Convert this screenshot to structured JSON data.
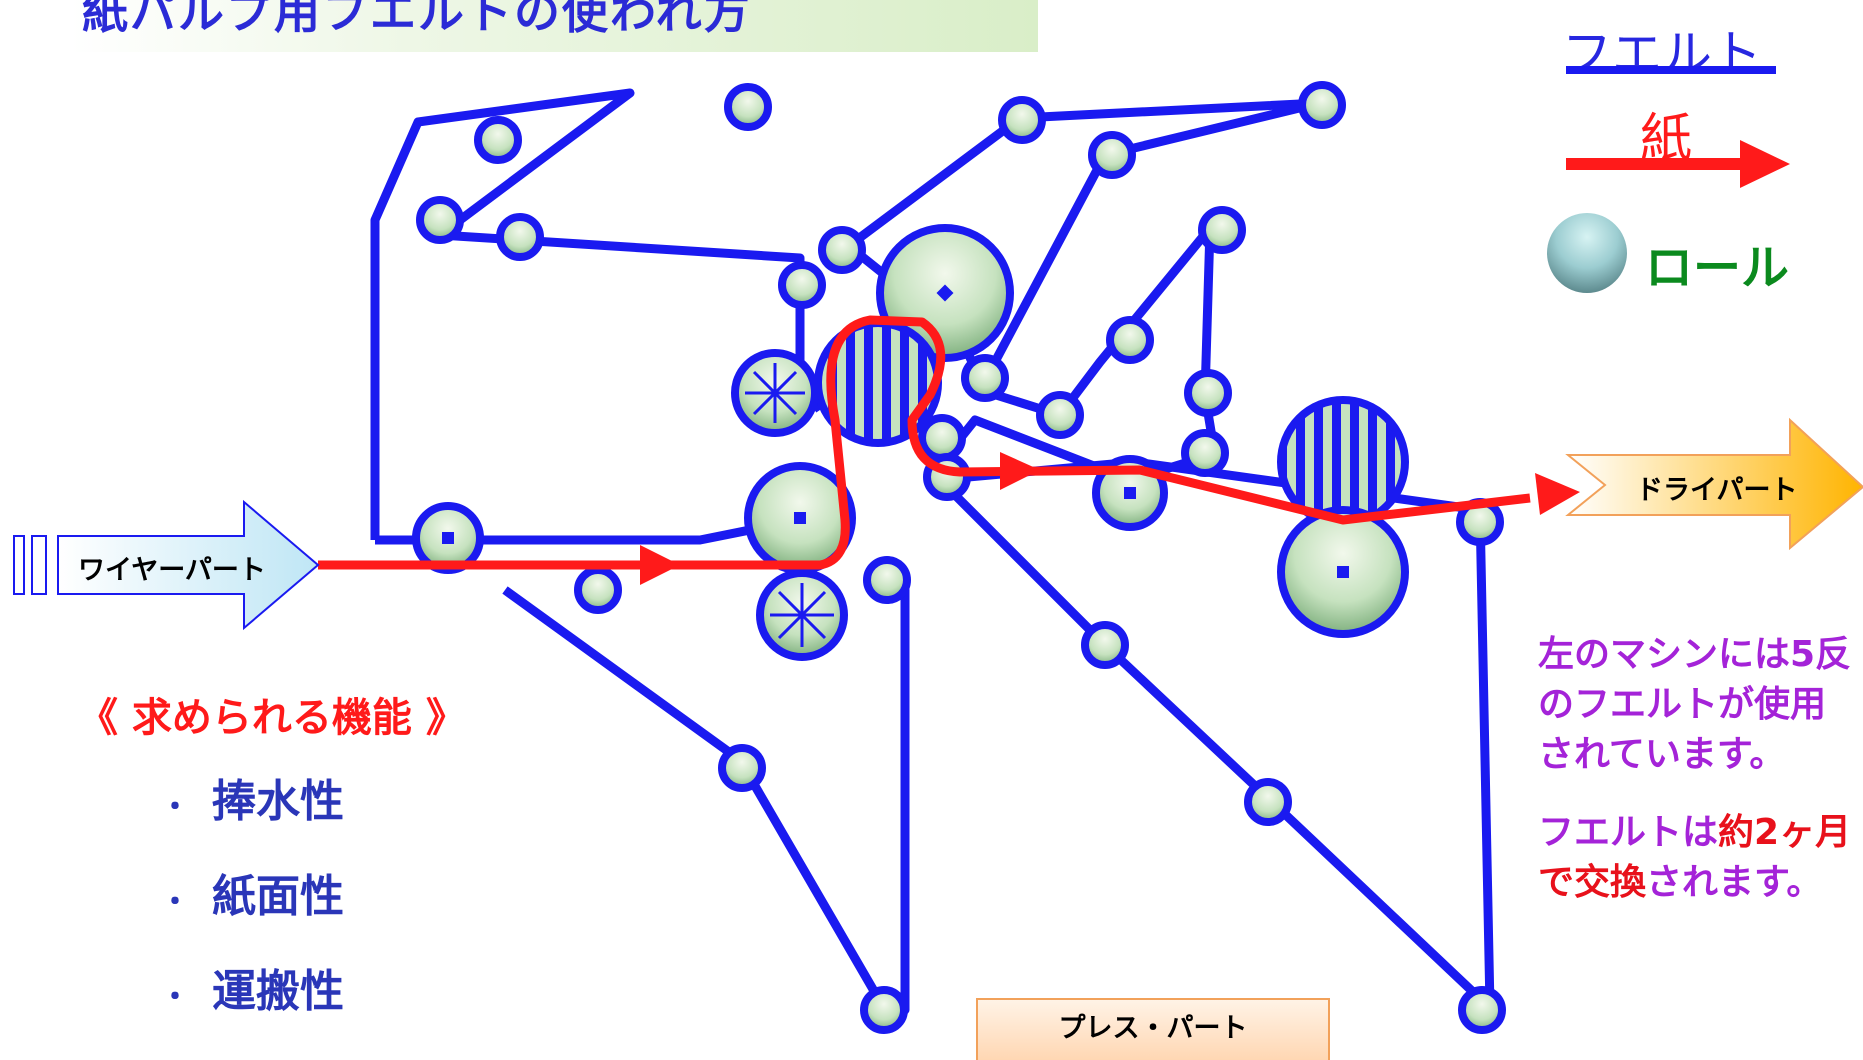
{
  "title": "紙パルプ用フエルトの使われ方",
  "legend": {
    "felt": "フエルト",
    "paper": "紙",
    "roll": "ロール"
  },
  "arrows": {
    "wire": "ワイヤーパート",
    "dry": "ドライパート",
    "press": "プレス・パート"
  },
  "functions": {
    "title": "《 求められる機能 》",
    "items": [
      "捧水性",
      "紙面性",
      "運搬性"
    ]
  },
  "notes": {
    "note1": "左のマシンには5反のフエルトが使用されています。",
    "note2_a": "フエルトは",
    "note2_b": "約2ヶ月で交換",
    "note2_c": "されます。"
  },
  "colors": {
    "felt": "#1a1af0",
    "paper": "#ff1a1a",
    "roll_fill": "#c6e2bf",
    "title_text": "#2b2bd6",
    "note_purple": "#a423d8",
    "note_red": "#e8111b",
    "roll_label": "#0b8a1e"
  }
}
